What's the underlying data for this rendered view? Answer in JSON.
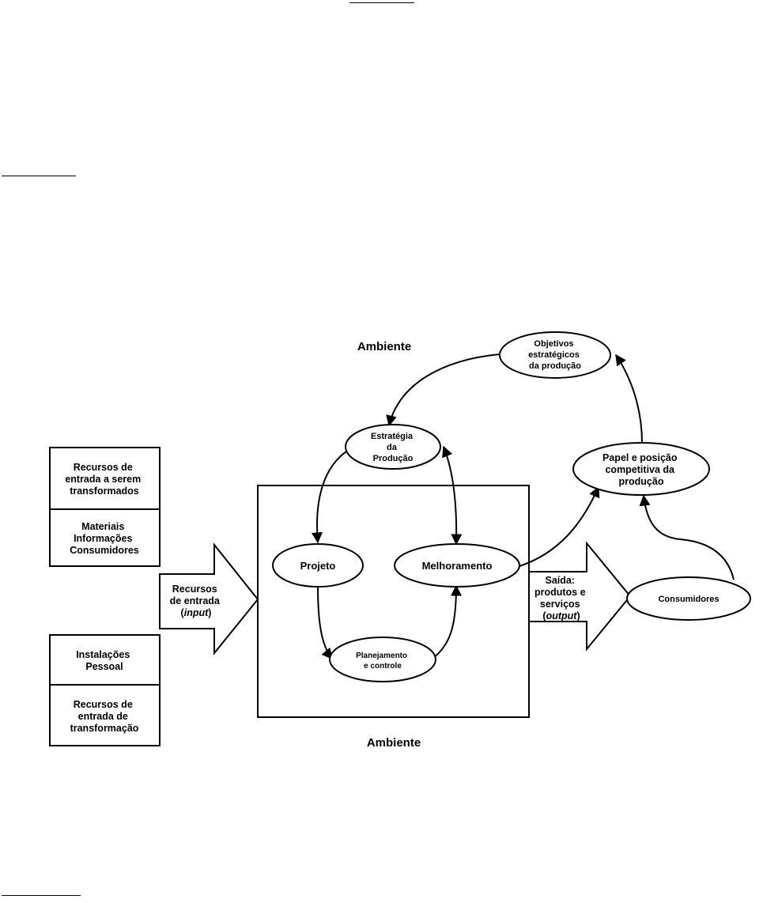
{
  "labels": {
    "ambiente_top": "Ambiente",
    "ambiente_bottom": "Ambiente",
    "objetivos": [
      "Objetivos",
      "estratégicos",
      "da produção"
    ],
    "estrategia": [
      "Estratégia",
      "da",
      "Produção"
    ],
    "papel": [
      "Papel e posição",
      "competitiva da",
      "produção"
    ],
    "projeto": "Projeto",
    "melhoramento": "Melhoramento",
    "planejamento": [
      "Planejamento",
      "e controle"
    ],
    "consumidores": "Consumidores",
    "recursos_transformados": [
      "Recursos de",
      "entrada a serem",
      "transformados"
    ],
    "materiais": [
      "Materiais",
      "Informações",
      "Consumidores"
    ],
    "instalacoes": [
      "Instalações",
      "Pessoal"
    ],
    "recursos_transformacao": [
      "Recursos de",
      "entrada de",
      "transformação"
    ],
    "input_arrow": [
      "Recursos",
      "de entrada",
      "(",
      "input",
      ")"
    ],
    "output_arrow": [
      "Saída:",
      "produtos e",
      "serviços",
      "(",
      "output",
      ")"
    ]
  }
}
